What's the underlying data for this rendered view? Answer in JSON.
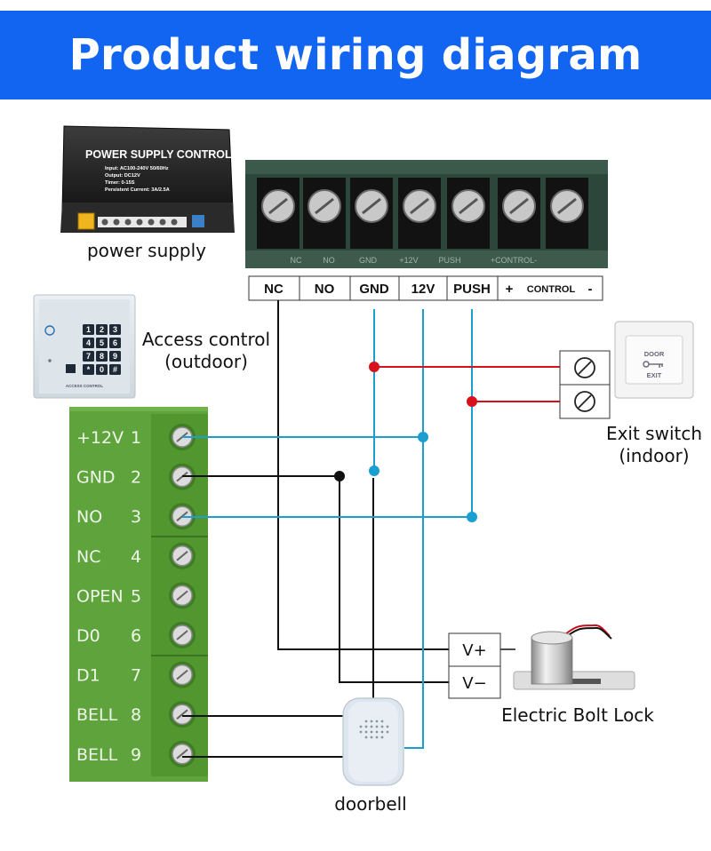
{
  "title": "Product wiring diagram",
  "power_supply": {
    "label": "power supply",
    "box_title": "POWER SUPPLY CONTROL",
    "spec_lines": [
      "Input: AC100-240V 50/60Hz",
      "Output: DC12V",
      "Timer: 0-15S",
      "Persistent Current: 3A/2.5A"
    ]
  },
  "psu_terminals": [
    "NC",
    "NO",
    "GND",
    "12V",
    "PUSH",
    "+",
    "CONTROL",
    "-"
  ],
  "psu_terminal_prints": [
    "NC",
    "NO",
    "GND",
    "+12V",
    "PUSH",
    "+CONTROL-"
  ],
  "access_control": {
    "label_line1": "Access control",
    "label_line2": "(outdoor)",
    "keypad_keys": [
      "1",
      "2",
      "3",
      "4",
      "5",
      "6",
      "7",
      "8",
      "9",
      "*",
      "0",
      "#"
    ],
    "keypad_caption": "ACCESS CONTROL"
  },
  "controller_pins": [
    {
      "name": "+12V",
      "num": "1"
    },
    {
      "name": "GND",
      "num": "2"
    },
    {
      "name": "NO",
      "num": "3"
    },
    {
      "name": "NC",
      "num": "4"
    },
    {
      "name": "OPEN",
      "num": "5"
    },
    {
      "name": "D0",
      "num": "6"
    },
    {
      "name": "D1",
      "num": "7"
    },
    {
      "name": "BELL",
      "num": "8"
    },
    {
      "name": "BELL",
      "num": "9"
    }
  ],
  "exit_switch": {
    "label_line1": "Exit switch",
    "label_line2": "(indoor)",
    "plate_top": "DOOR",
    "plate_bottom": "EXIT"
  },
  "lock": {
    "label": "Electric Bolt Lock",
    "terminals": [
      "V+",
      "V−"
    ]
  },
  "doorbell": {
    "label": "doorbell"
  },
  "colors": {
    "banner": "#1165f0",
    "wire_blue": "#1a9fd0",
    "wire_red": "#d8101c",
    "wire_black": "#111111",
    "board_green": "#5fa33c"
  }
}
